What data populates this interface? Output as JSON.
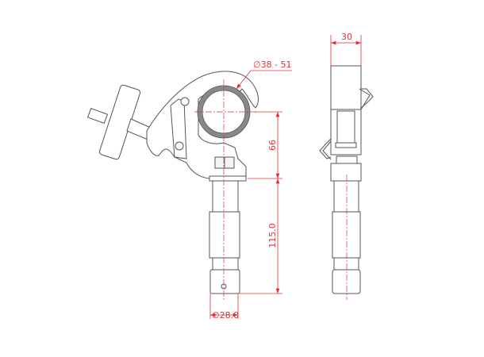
{
  "drawing": {
    "dimensions": {
      "tube_diameter": "∅38 - 51",
      "height_to_pin": "66",
      "pin_length": "115.0",
      "pin_diameter": "∅28.0",
      "width": "30"
    },
    "colors": {
      "dimension": "#e0303a",
      "line": "#555555"
    }
  }
}
